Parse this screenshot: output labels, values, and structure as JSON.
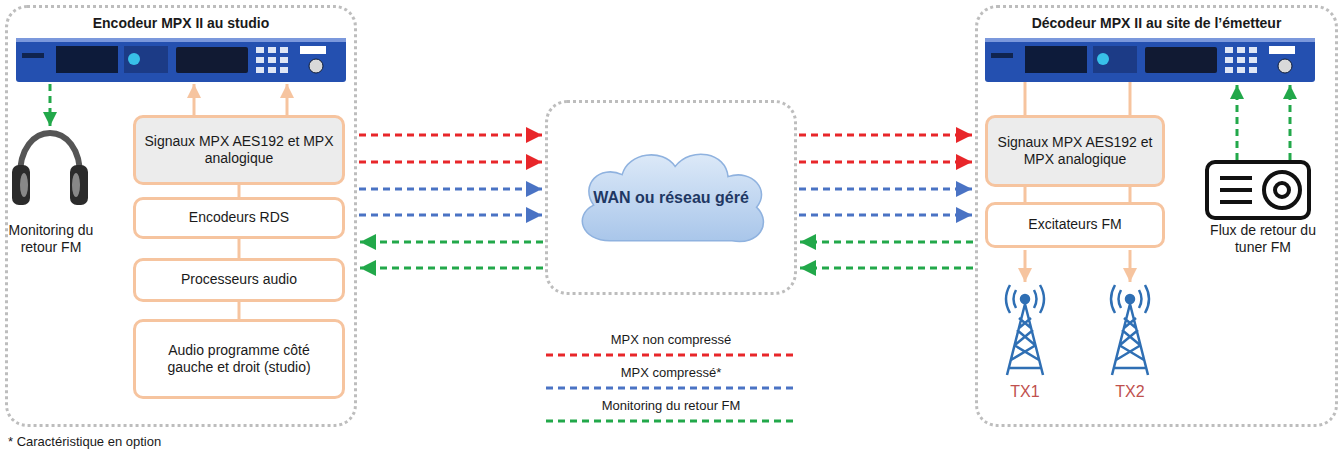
{
  "diagram": {
    "nodes": [
      {
        "text": [
          "Encodeur MPX II au studio"
        ]
      },
      {
        "text": [
          "Signaux MPX AES192 et MPX analogique"
        ],
        "in": 0
      },
      {
        "text": [
          "Encodeurs RDS"
        ],
        "in": 0
      },
      {
        "text": [
          "Processeurs audio"
        ],
        "in": 0
      },
      {
        "text": [
          "Audio programme côté gauche et droit (studio)"
        ],
        "in": 0
      },
      {
        "text": [
          "WAN ou réseau géré"
        ]
      },
      {
        "text": [
          "Décodeur MPX II au site de l’émetteur"
        ]
      },
      {
        "text": [
          "Signaux MPX AES192 et MPX analogique"
        ],
        "in": 6
      },
      {
        "text": [
          "Excitateurs FM"
        ],
        "in": 6
      }
    ],
    "edges": [
      {
        "from": 4,
        "to": 3,
        "arrow": "none"
      },
      {
        "from": 3,
        "to": 2,
        "arrow": "none"
      },
      {
        "from": 2,
        "to": 1,
        "arrow": "none"
      },
      {
        "from": 0,
        "to": 5,
        "arrow": "to"
      },
      {
        "from": 0,
        "to": 5,
        "arrow": "to"
      },
      {
        "from": 0,
        "to": 5,
        "arrow": "to"
      },
      {
        "from": 0,
        "to": 5,
        "arrow": "to"
      },
      {
        "from": 5,
        "to": 0,
        "arrow": "to"
      },
      {
        "from": 5,
        "to": 0,
        "arrow": "to"
      },
      {
        "from": 5,
        "to": 6,
        "arrow": "to"
      },
      {
        "from": 5,
        "to": 6,
        "arrow": "to"
      },
      {
        "from": 5,
        "to": 6,
        "arrow": "to"
      },
      {
        "from": 5,
        "to": 6,
        "arrow": "to"
      },
      {
        "from": 6,
        "to": 5,
        "arrow": "to"
      },
      {
        "from": 6,
        "to": 5,
        "arrow": "to"
      },
      {
        "from": 7,
        "to": 8,
        "arrow": "none"
      }
    ],
    "labels": [
      "Monitoring du retour FM",
      "Flux de retour du tuner FM",
      "TX1",
      "TX2",
      "* Caractéristique en option"
    ],
    "legend": [
      {
        "text": "MPX non compressé"
      },
      {
        "text": "MPX compressé*"
      },
      {
        "text": "Monitoring du retour FM"
      }
    ]
  }
}
